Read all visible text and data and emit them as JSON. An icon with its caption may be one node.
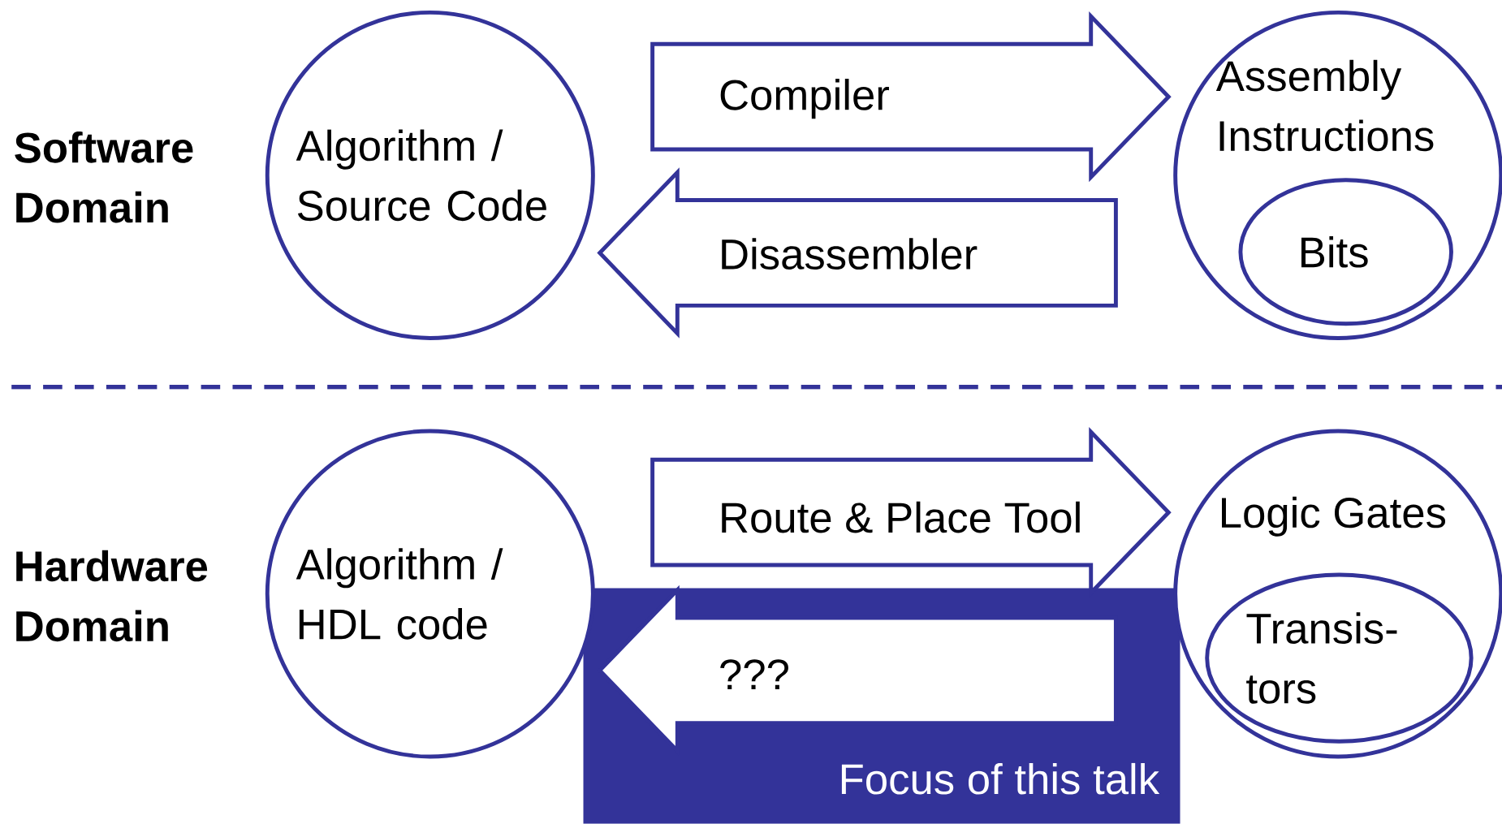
{
  "diagram": {
    "nodes": [
      {
        "text": [
          "Algorithm / Source Code"
        ]
      },
      {
        "text": [
          "Assembly Instructions"
        ]
      },
      {
        "text": [
          "Bits"
        ],
        "in": 1
      },
      {
        "text": [
          "Algorithm / HDL code"
        ]
      },
      {
        "text": [
          "Logic Gates"
        ]
      },
      {
        "text": [
          "Transis- tors"
        ],
        "in": 4
      },
      {
        "text": [
          "Focus of this talk"
        ]
      }
    ],
    "edges": [
      {
        "from": 0,
        "to": 1,
        "arrow": "to",
        "label": "Compiler"
      },
      {
        "from": 1,
        "to": 0,
        "arrow": "to",
        "label": "Disassembler"
      },
      {
        "from": 3,
        "to": 4,
        "arrow": "to",
        "label": "Route & Place Tool"
      },
      {
        "from": 4,
        "to": 3,
        "arrow": "to",
        "label": "???"
      }
    ],
    "labels": [
      "Software Domain",
      "Hardware Domain"
    ]
  }
}
